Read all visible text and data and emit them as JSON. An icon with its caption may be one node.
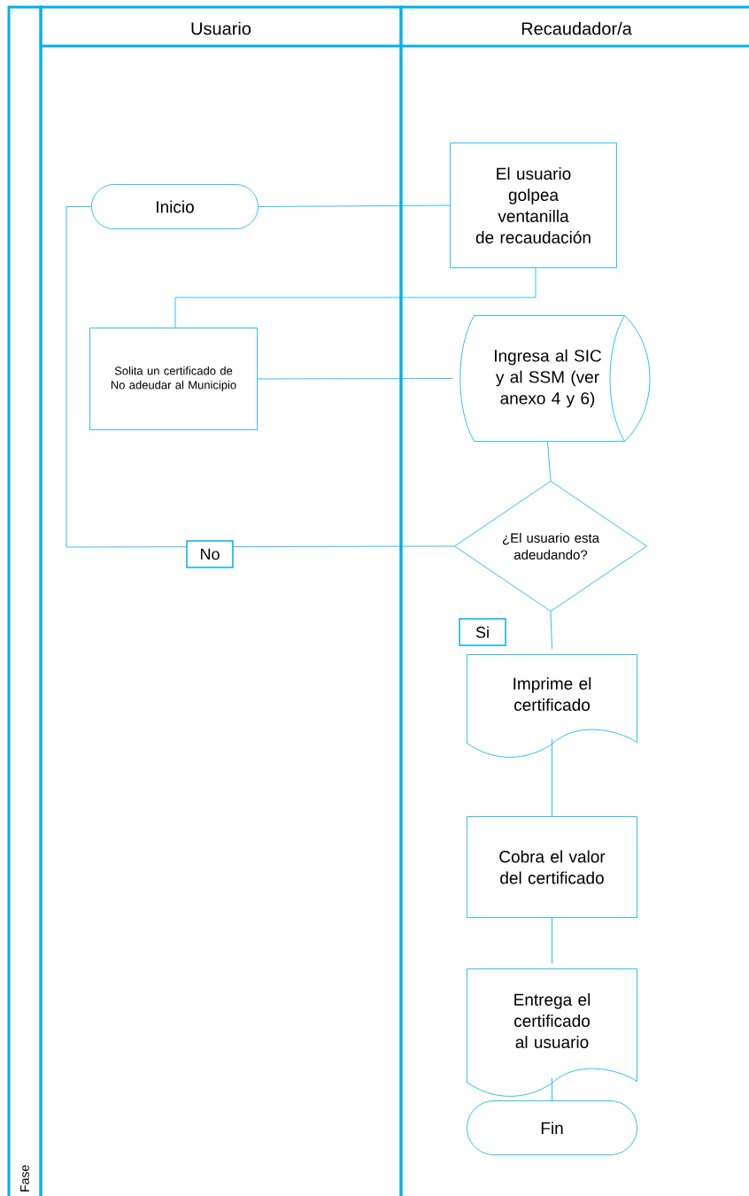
{
  "diagram": {
    "nodes": [
      {
        "text": [
          "Fase"
        ]
      },
      {
        "text": [
          "Usuario"
        ]
      },
      {
        "text": [
          "Recaudador/a"
        ]
      },
      {
        "text": [
          "Inicio"
        ],
        "in": 1
      },
      {
        "text": [
          "El usuario golpea ventanilla de recaudación"
        ],
        "in": 2
      },
      {
        "text": [
          "Solita un certificado de No adeudar al Municipio"
        ],
        "in": 1
      },
      {
        "text": [
          "Ingresa al SIC y al SSM (ver anexo 4 y 6)"
        ],
        "in": 2
      },
      {
        "text": [
          "¿El usuario esta adeudando?"
        ],
        "in": 2
      },
      {
        "text": [
          "Imprime el certificado"
        ],
        "in": 2
      },
      {
        "text": [
          "Cobra el valor del certificado"
        ],
        "in": 2
      },
      {
        "text": [
          "Entrega el certificado al usuario"
        ],
        "in": 2
      },
      {
        "text": [
          "Fin"
        ],
        "in": 2
      }
    ],
    "edges": [
      {
        "from": 3,
        "to": 4,
        "arrow": "none"
      },
      {
        "from": 4,
        "to": 5,
        "arrow": "none"
      },
      {
        "from": 5,
        "to": 6,
        "arrow": "none"
      },
      {
        "from": 6,
        "to": 7,
        "arrow": "none"
      },
      {
        "from": 7,
        "to": 3,
        "arrow": "none",
        "label": "No"
      },
      {
        "from": 7,
        "to": 8,
        "arrow": "none",
        "label": "Si"
      },
      {
        "from": 8,
        "to": 9,
        "arrow": "none"
      },
      {
        "from": 9,
        "to": 10,
        "arrow": "none"
      },
      {
        "from": 10,
        "to": 11,
        "arrow": "none"
      }
    ]
  }
}
